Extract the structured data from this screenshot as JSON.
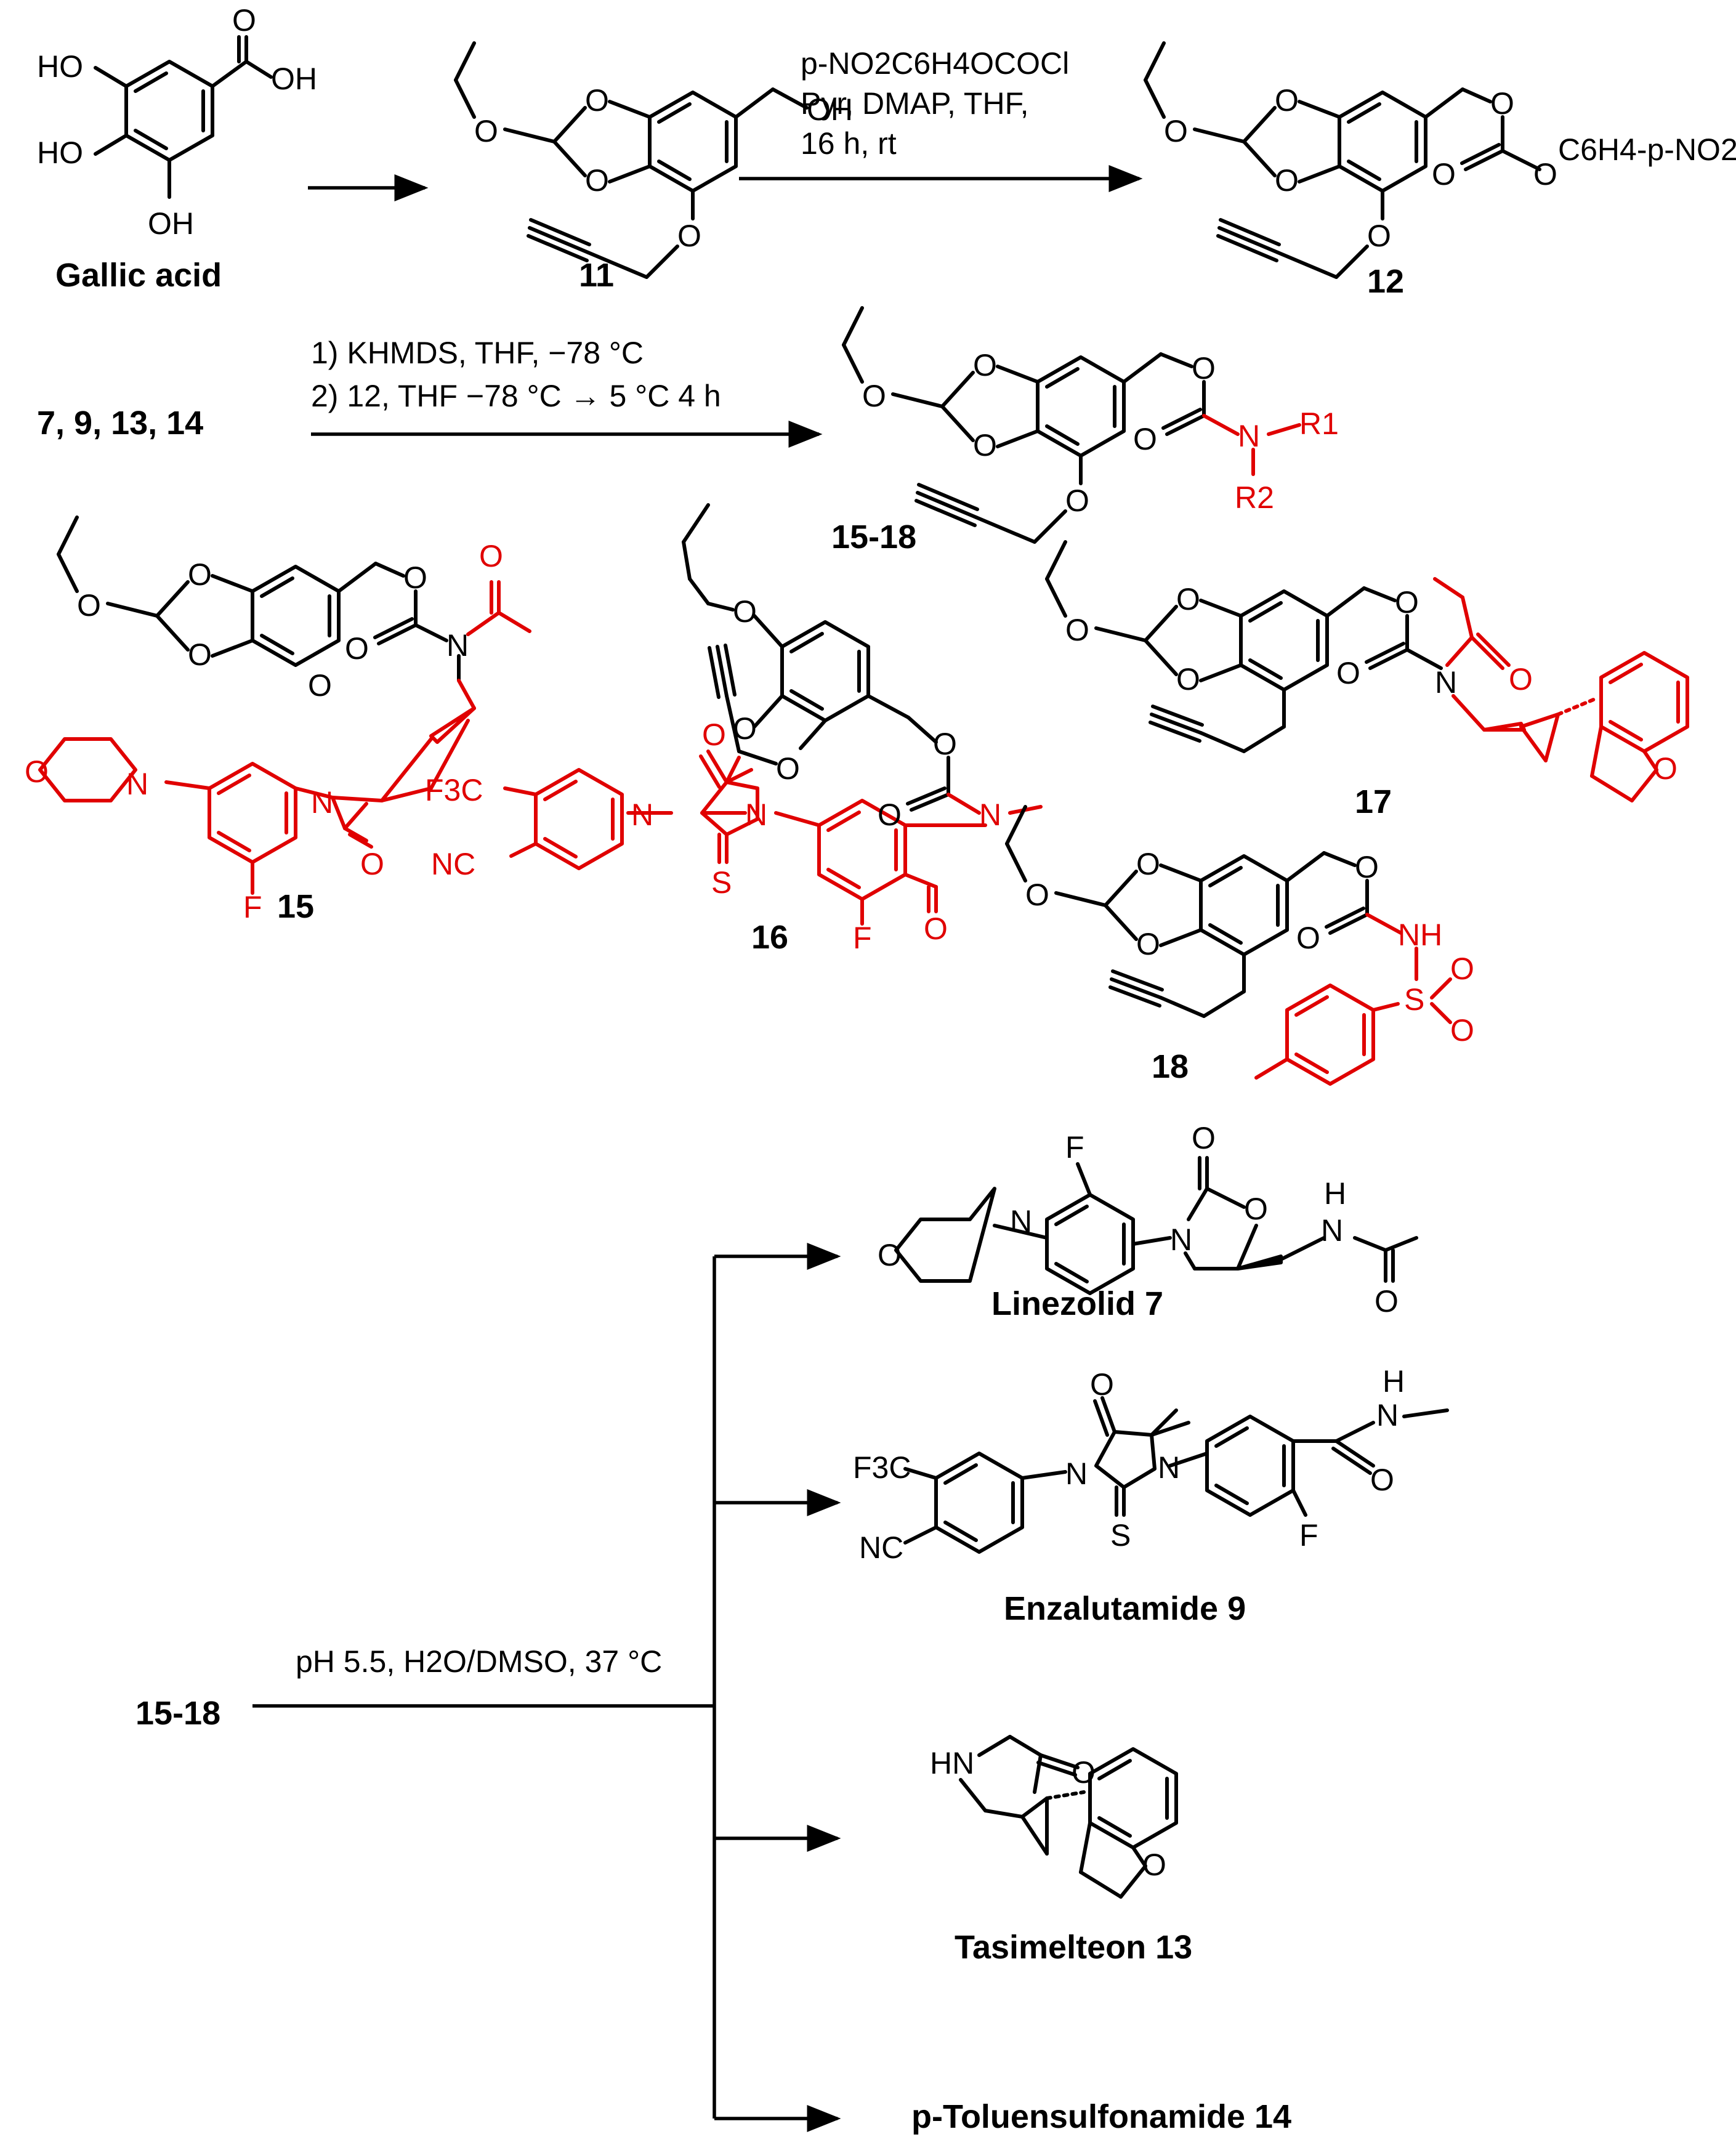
{
  "labels": {
    "gallic_acid": "Gallic acid",
    "c11": "11",
    "c12": "12",
    "start_mix": "7, 9, 13, 14",
    "c15_18": "15-18",
    "c15": "15",
    "c16": "16",
    "c17": "17",
    "c18": "18",
    "start_release": "15-18",
    "linezolid": "Linezolid 7",
    "enzalutamide": "Enzalutamide 9",
    "tasimelteon": "Tasimelteon 13",
    "toluensulfonamide": "p-Toluensulfonamide 14"
  },
  "conditions": {
    "step1_reagent": "p-NO2C6H4OCOCl",
    "step1_line2": "Pyr, DMAP, THF,",
    "step1_line3": "16 h, rt",
    "step2_line1": "1) KHMDS, THF, −78 °C",
    "step2_line2": "2) 12, THF −78 °C → 5 °C 4 h",
    "release": "pH 5.5, H2O/DMSO, 37 °C"
  },
  "atoms": {
    "HO": "HO",
    "OH": "OH",
    "O": "O",
    "N": "N",
    "NH": "NH",
    "H": "H",
    "HN": "HN",
    "F": "F",
    "S": "S",
    "NC": "NC",
    "F3C": "F3C",
    "R1": "R1",
    "R2": "R2",
    "C6H4pNO2": "C6H4-p-NO2"
  },
  "colors": {
    "highlight": "#e00000",
    "ink": "#000000"
  }
}
